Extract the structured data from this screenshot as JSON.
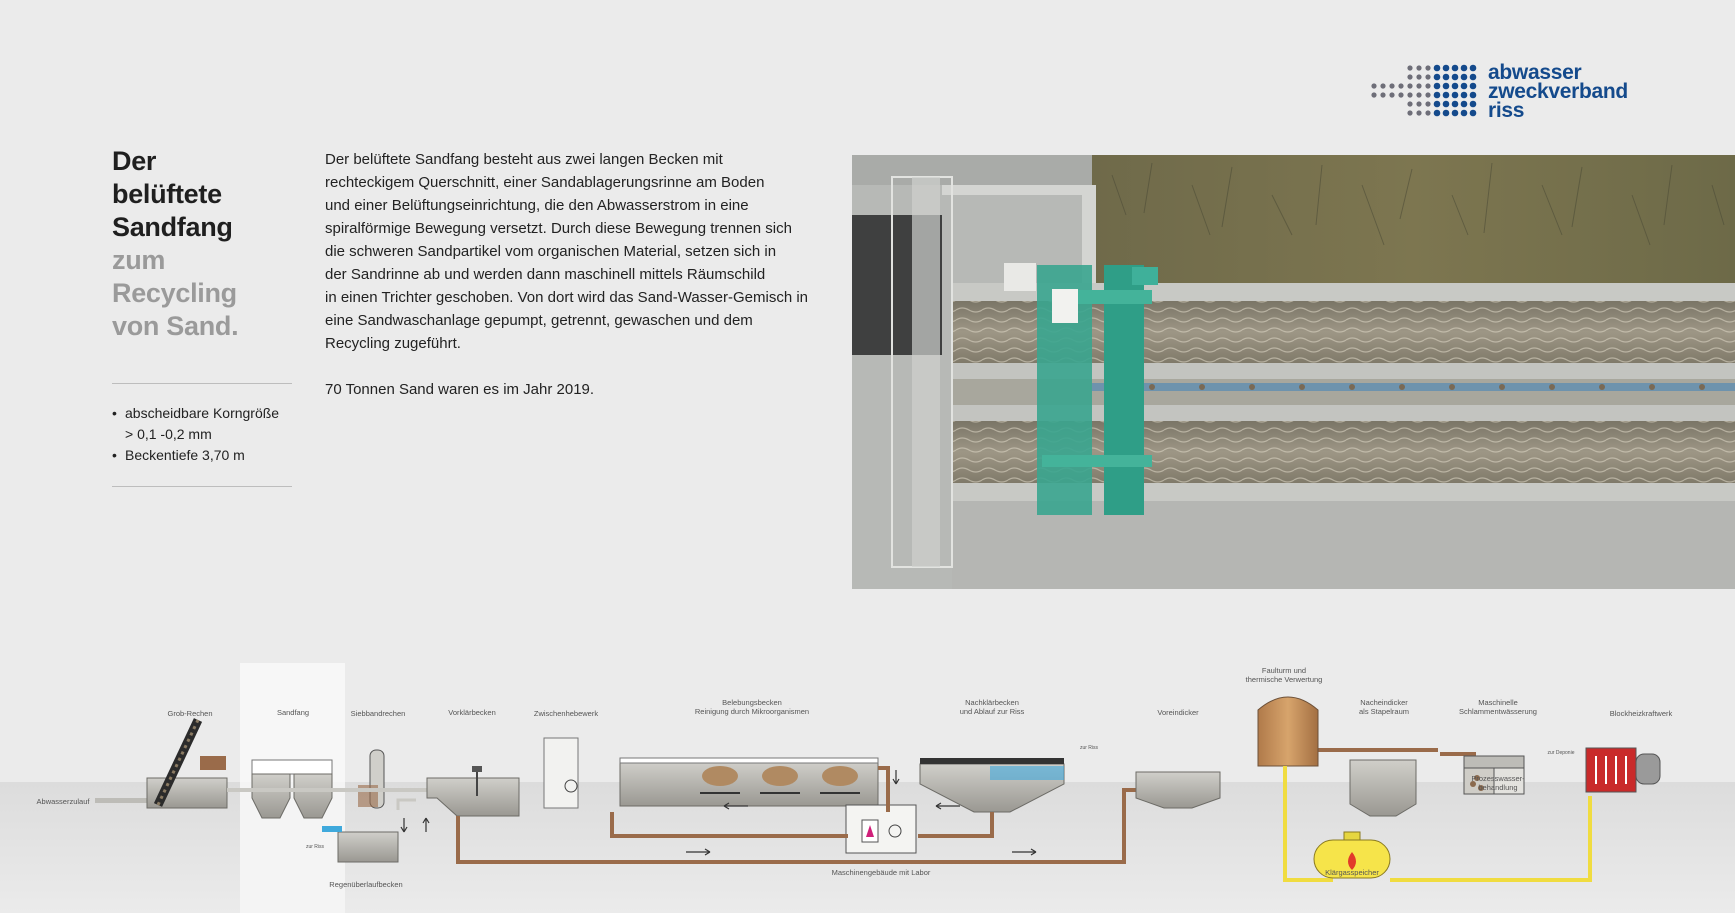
{
  "logo": {
    "lines": [
      "abwasser",
      "zweckverband",
      "riss"
    ],
    "brand_color": "#144a8c",
    "dots_color": "#6e6e78"
  },
  "title": {
    "dark_lines": [
      "Der",
      "belüftete",
      "Sandfang"
    ],
    "grey_lines": [
      "zum",
      "Recycling",
      "von Sand."
    ]
  },
  "facts": {
    "item1": "abscheidbare Korngröße",
    "item1_cont": "> 0,1 -0,2 mm",
    "item2": "Beckentiefe 3,70 m"
  },
  "body": {
    "lines": [
      "Der belüftete Sandfang besteht aus zwei langen Becken mit",
      "rechteckigem Querschnitt, einer Sandablagerungsrinne am Boden",
      "und einer Belüftungseinrichtung, die den Abwasserstrom in eine",
      "spiralförmige Bewegung versetzt. Durch diese Bewegung trennen sich",
      "die schweren Sandpartikel vom organischen Material, setzen sich in",
      "der Sandrinne ab und werden dann maschinell mittels Räumschild",
      "in einen Trichter geschoben. Von dort wird das Sand-Wasser-Gemisch in",
      "eine Sandwaschanlage gepumpt, getrennt, gewaschen und dem",
      "Recycling zugeführt."
    ],
    "fact": "70 Tonnen Sand waren es im Jahr 2019."
  },
  "diagram": {
    "labels": {
      "grob_rechen": "Grob-Rechen",
      "sandfang": "Sandfang",
      "siebbandrechen": "Siebbandrechen",
      "vorklaerbecken": "Vorklärbecken",
      "zwischenhebewerk": "Zwischenhebewerk",
      "belebungsbecken_1": "Belebungsbecken",
      "belebungsbecken_2": "Reinigung durch Mikroorganismen",
      "nachklaerbecken_1": "Nachklärbecken",
      "nachklaerbecken_2": "und Ablauf zur Riss",
      "voreindicker": "Voreindicker",
      "faulturm_1": "Faulturm und",
      "faulturm_2": "thermische Verwertung",
      "nacheindicker_1": "Nacheindicker",
      "nacheindicker_2": "als Stapelraum",
      "schlamm_1": "Maschinelle",
      "schlamm_2": "Schlammentwässerung",
      "blockheizkraftwerk": "Blockheizkraftwerk",
      "abwasserzulauf": "Abwasserzulauf",
      "zur_riss_1": "zur Riss",
      "zur_riss_2": "zur Riss",
      "zur_deponie": "zur Deponie",
      "regenueberlauf": "Regenüberlaufbecken",
      "maschinengebaeude": "Maschinengebäude mit Labor",
      "klaergasspeicher": "Klärgasspeicher",
      "prozess_1": "Prozesswasser-",
      "prozess_2": "behandlung"
    },
    "colors": {
      "sludge": "#9a6b4a",
      "gas": "#f0dc40",
      "water": "#3fa9dc",
      "highlight": "#f7f7f7"
    }
  }
}
